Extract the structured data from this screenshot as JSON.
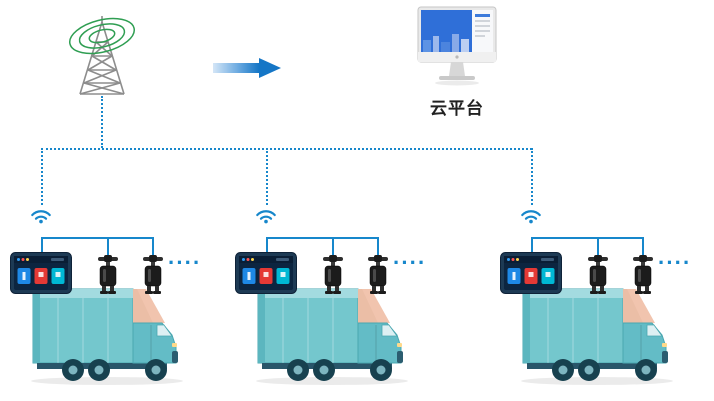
{
  "diagram": {
    "cloud_platform": {
      "label": "云平台"
    },
    "connector_ellipsis": "····",
    "nodes": {
      "tower": "radio-signal-tower",
      "cloud": "cloud-platform-monitor",
      "vehicle_groups": [
        "vehicle-group-1",
        "vehicle-group-2",
        "vehicle-group-3"
      ],
      "per_group_devices": [
        "wifi-link",
        "display-terminal",
        "sensor",
        "sensor",
        "more-sensors-ellipsis",
        "truck"
      ]
    }
  },
  "colors": {
    "connector_blue": "#1787cb",
    "arrow_blue": "#1576c6",
    "tower_green": "#2f9e52",
    "tower_grey": "#8d8d8d",
    "truck_teal": "#74c7cd",
    "truck_pink": "#f1c4ae",
    "device_navy": "#1d3a54",
    "sensor_black": "#1c1c1c",
    "label_color": "#222222",
    "monitor_screen_blue": "#2f6fd8"
  }
}
